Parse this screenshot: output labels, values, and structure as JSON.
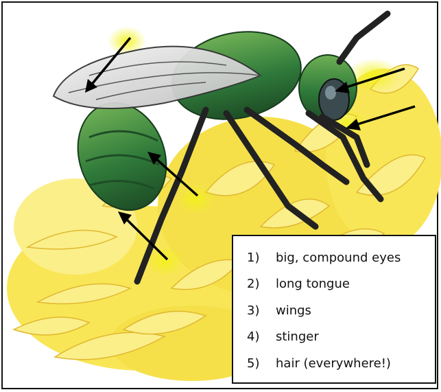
{
  "figure": {
    "illustration": "green-sweat-bee-on-yellow-flowers",
    "colors": {
      "bee_body": "#2f7a3a",
      "bee_highlight": "#7fbf5a",
      "flower": "#f5e04a",
      "flower_light": "#fbef8a",
      "arrow": "#111111",
      "glow": "#f2f21a"
    }
  },
  "legend": {
    "items": [
      {
        "number": "1)",
        "text": "big, compound eyes"
      },
      {
        "number": "2)",
        "text": "long tongue"
      },
      {
        "number": "3)",
        "text": "wings"
      },
      {
        "number": "4)",
        "text": "stinger"
      },
      {
        "number": "5)",
        "text": "hair (everywhere!)"
      }
    ]
  }
}
